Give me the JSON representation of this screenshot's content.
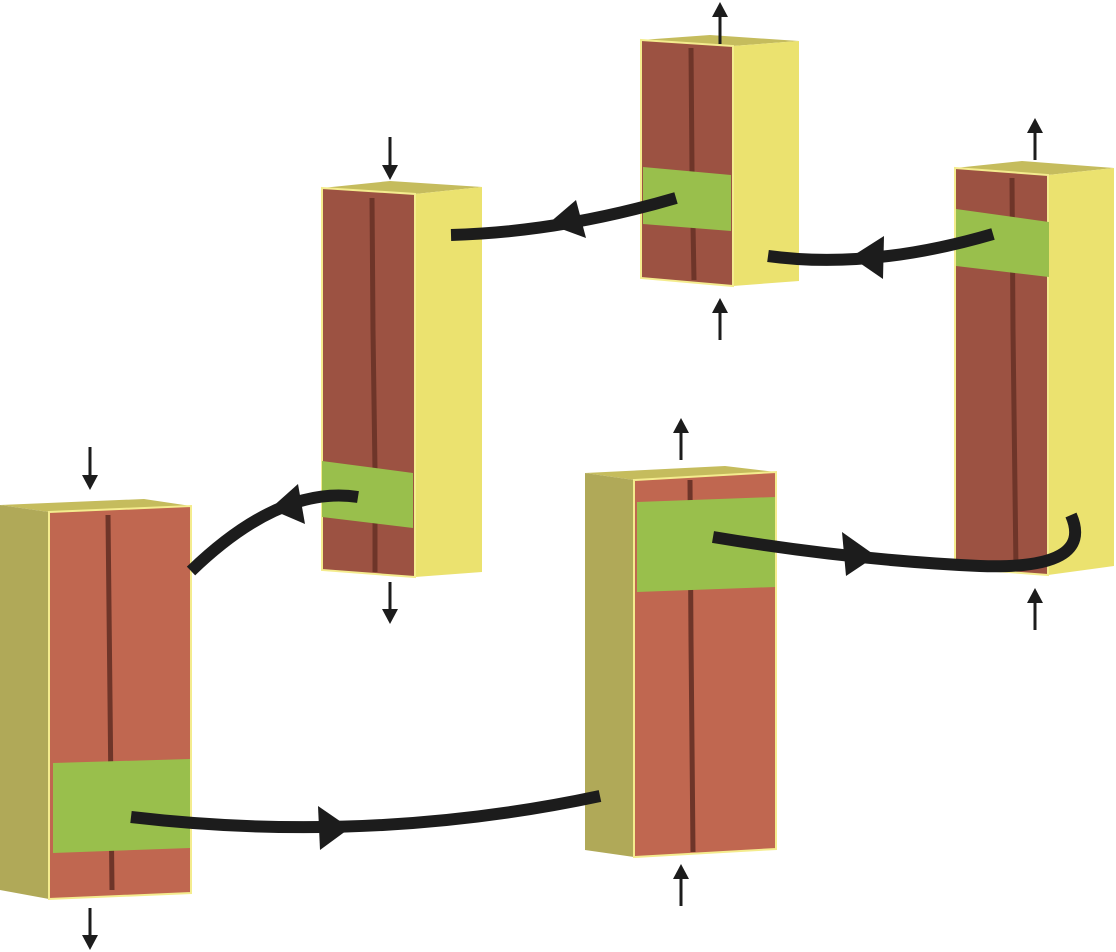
{
  "colors": {
    "background": "#ffffff",
    "top_face": "#c5bc5d",
    "side_face_light": "#ebe26f",
    "side_face_dark": "#b0a958",
    "front_dark": "#9c5242",
    "front_light": "#c06750",
    "center_line": "#6e3529",
    "green_band": "#99bf4c",
    "arrow": "#1c1c1c",
    "outline": "#f4ec8e"
  },
  "icons": {
    "flow_arrow": "curved-arrow-icon",
    "force_up": "arrow-up-icon",
    "force_down": "arrow-down-icon"
  },
  "blocks": [
    {
      "id": "upper-middle",
      "shading": "dark",
      "side": "right",
      "band": "bottom",
      "force": "down"
    },
    {
      "id": "top-center",
      "shading": "dark",
      "side": "right",
      "band": "middle",
      "force": "up"
    },
    {
      "id": "right-tall",
      "shading": "dark",
      "side": "right",
      "band": "top",
      "force": "up"
    },
    {
      "id": "lower-middle",
      "shading": "light",
      "side": "left",
      "band": "top",
      "force": "up"
    },
    {
      "id": "lower-left",
      "shading": "light",
      "side": "left",
      "band": "bottom",
      "force": "down"
    }
  ],
  "flow": [
    "lower-left",
    "lower-middle",
    "right-tall",
    "top-center",
    "upper-middle",
    "lower-left"
  ]
}
